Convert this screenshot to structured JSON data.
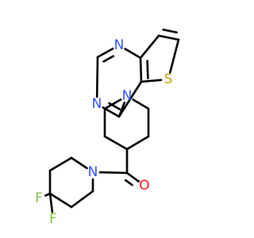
{
  "molecule": {
    "bond_color": "#000000",
    "atoms": [
      {
        "id": "n_pyr_top",
        "symbol": "N",
        "color": "#3050f8"
      },
      {
        "id": "n_pyr_left",
        "symbol": "N",
        "color": "#3050f8"
      },
      {
        "id": "s_thiophene",
        "symbol": "S",
        "color": "#c8a000"
      },
      {
        "id": "n_pip_upper",
        "symbol": "N",
        "color": "#3050f8"
      },
      {
        "id": "o_carbonyl",
        "symbol": "O",
        "color": "#ff0d0d"
      },
      {
        "id": "n_pip_lower",
        "symbol": "N",
        "color": "#3050f8"
      },
      {
        "id": "f_1",
        "symbol": "F",
        "color": "#7fbf3f"
      },
      {
        "id": "f_2",
        "symbol": "F",
        "color": "#7fbf3f"
      }
    ]
  }
}
